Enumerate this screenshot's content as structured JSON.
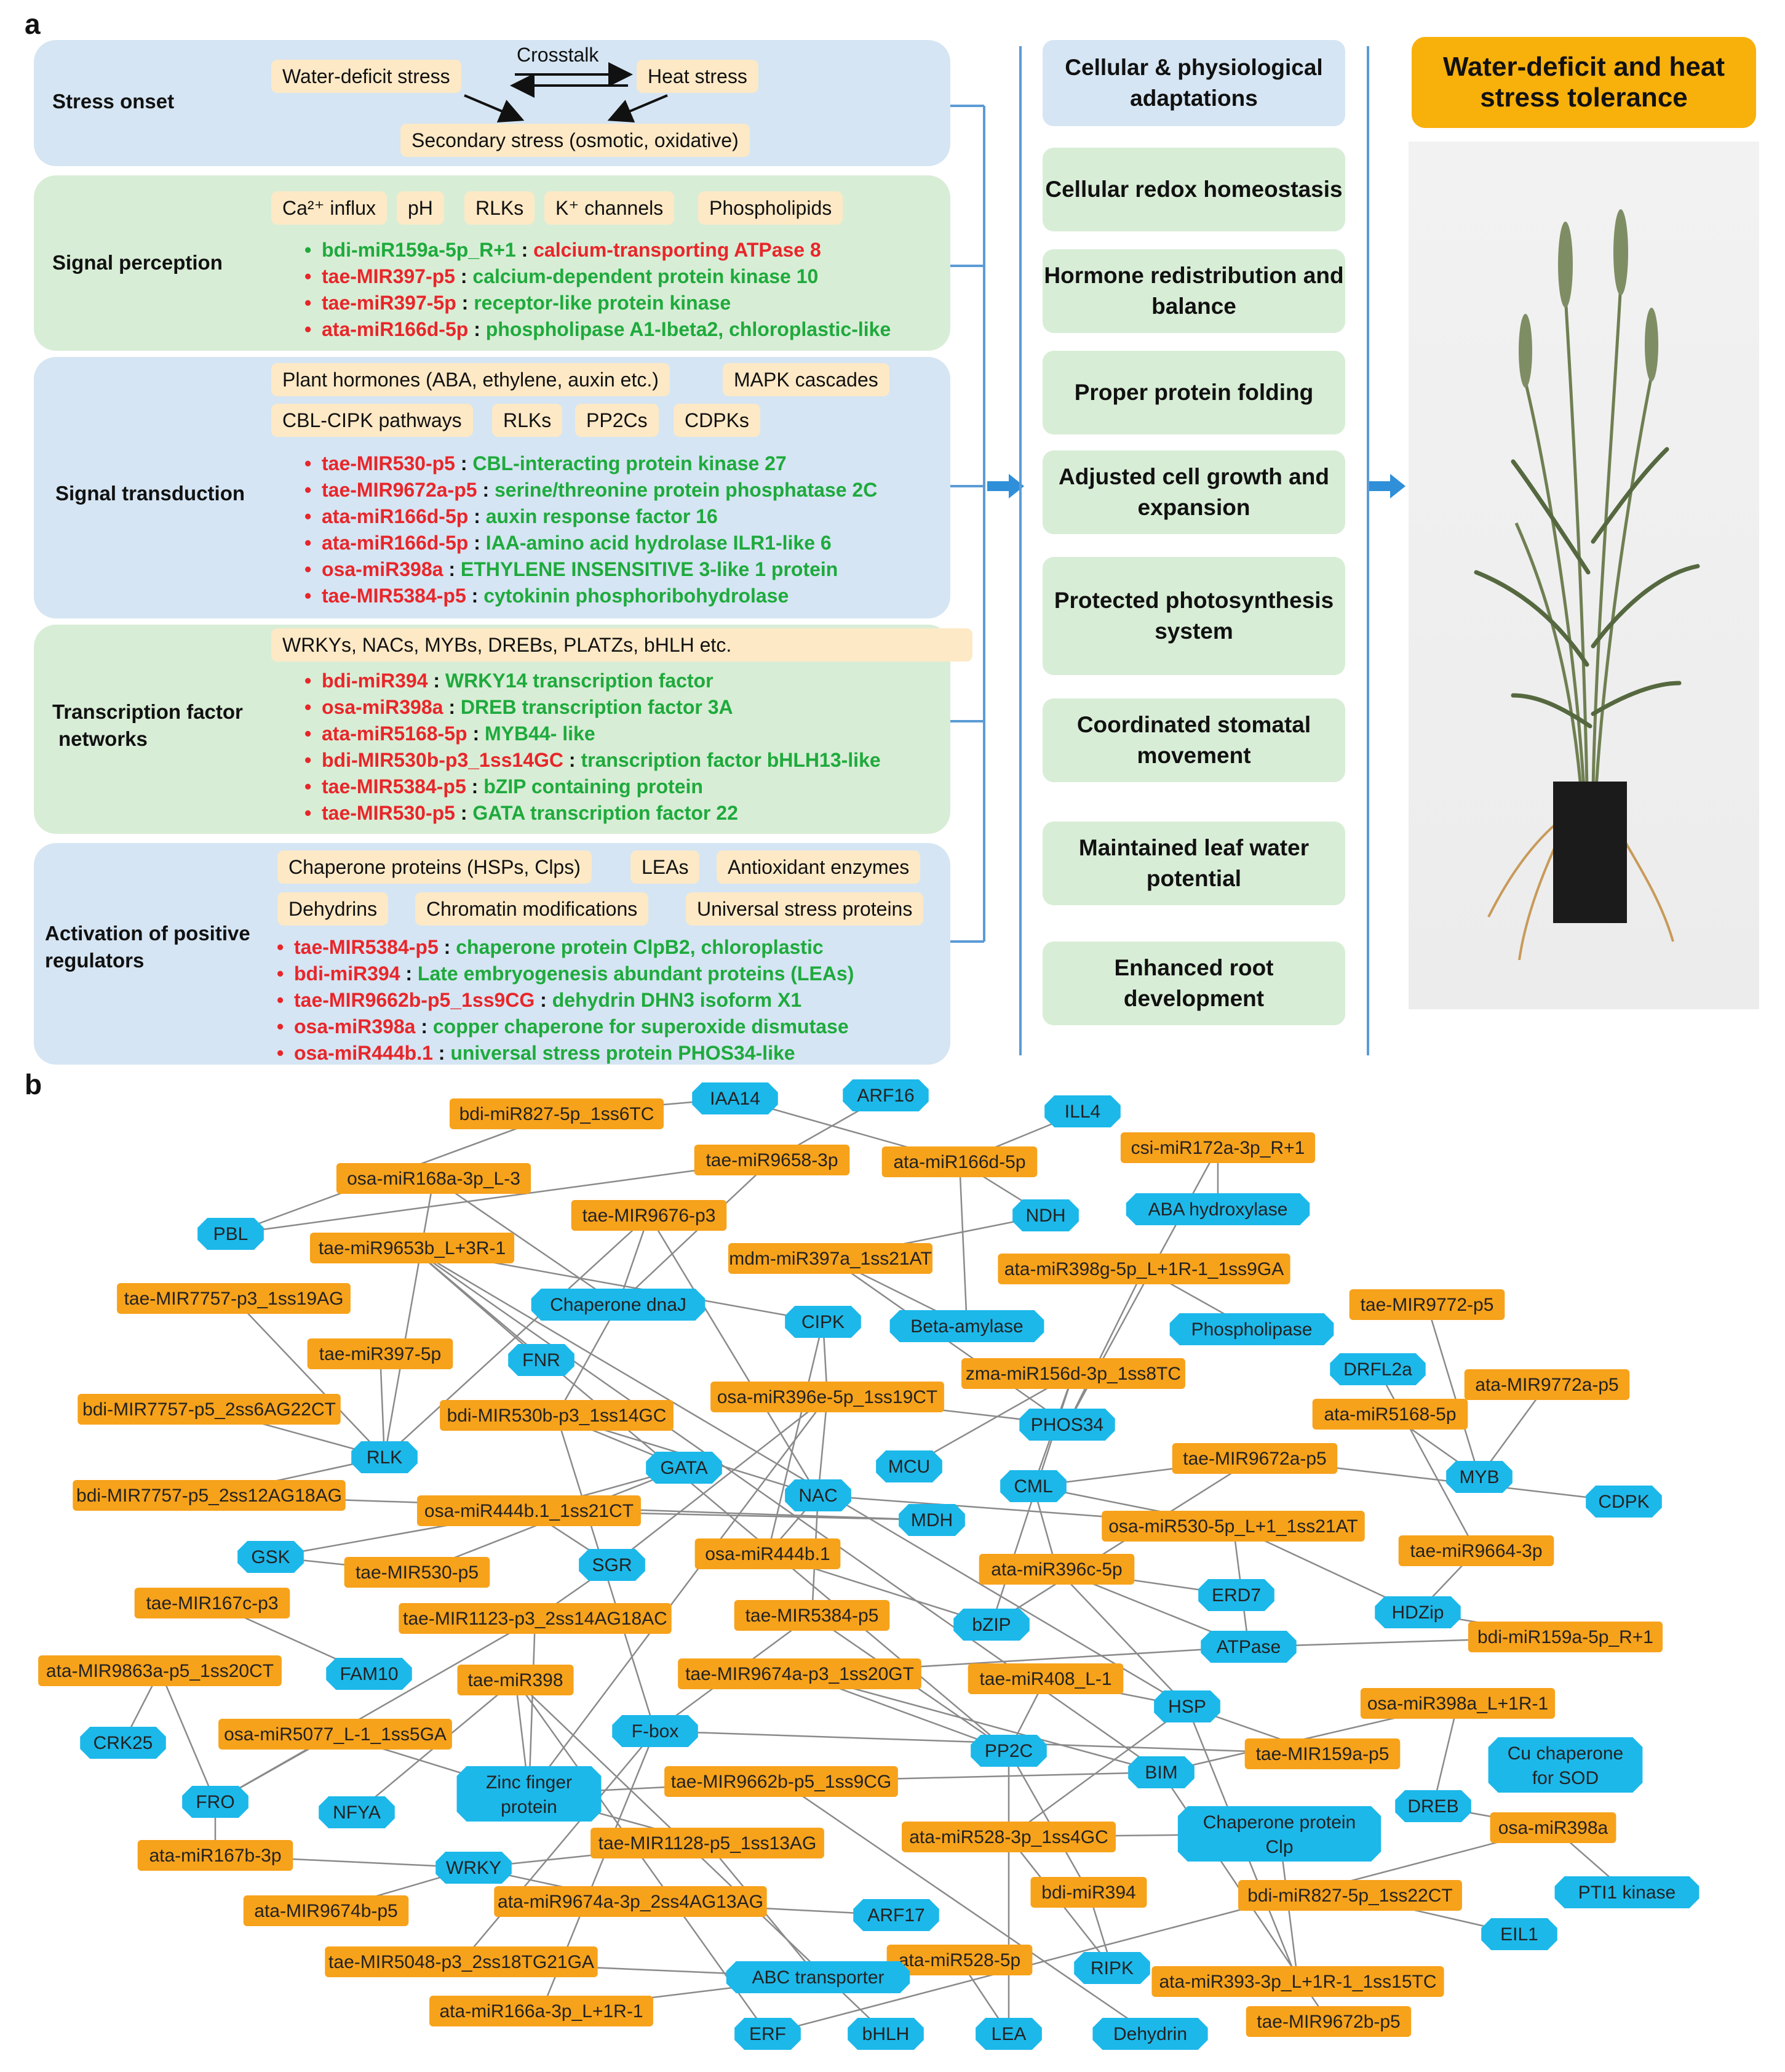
{
  "panel_a_label": "a",
  "panel_b_label": "b",
  "sections": {
    "stress_onset": {
      "title": "Stress onset",
      "chips": [
        "Water-deficit stress",
        "Heat stress",
        "Secondary stress (osmotic, oxidative)"
      ],
      "crosstalk": "Crosstalk"
    },
    "signal_perception": {
      "title": "Signal perception",
      "chips": [
        "Ca²⁺ influx",
        "pH",
        "RLKs",
        "K⁺ channels",
        "Phospholipids"
      ],
      "items": [
        {
          "mirna": "bdi-miR159a-5p_R+1",
          "target": "calcium-transporting ATPase 8",
          "mirna_color": "green",
          "target_color": "red"
        },
        {
          "mirna": "tae-MIR397-p5",
          "target": "calcium-dependent protein kinase 10",
          "mirna_color": "red",
          "target_color": "green"
        },
        {
          "mirna": "tae-miR397-5p",
          "target": "receptor-like protein kinase",
          "mirna_color": "red",
          "target_color": "green"
        },
        {
          "mirna": "ata-miR166d-5p",
          "target": "phospholipase A1-Ibeta2, chloroplastic-like",
          "mirna_color": "red",
          "target_color": "green"
        }
      ]
    },
    "signal_transduction": {
      "title": "Signal transduction",
      "chips_row1": [
        "Plant hormones (ABA, ethylene, auxin etc.)",
        "MAPK cascades"
      ],
      "chips_row2": [
        "CBL-CIPK pathways",
        "RLKs",
        "PP2Cs",
        "CDPKs"
      ],
      "items": [
        {
          "mirna": "tae-MIR530-p5",
          "target": "CBL-interacting protein kinase 27"
        },
        {
          "mirna": "tae-MIR9672a-p5",
          "target": "serine/threonine protein phosphatase 2C"
        },
        {
          "mirna": "ata-miR166d-5p",
          "target": "auxin response factor 16"
        },
        {
          "mirna": "ata-miR166d-5p",
          "target": "IAA-amino acid hydrolase ILR1-like 6"
        },
        {
          "mirna": "osa-miR398a",
          "target": "ETHYLENE INSENSITIVE 3-like 1 protein"
        },
        {
          "mirna": "tae-MIR5384-p5",
          "target": "cytokinin phosphoribohydrolase"
        }
      ]
    },
    "transcription_factor": {
      "title_line1": "Transcription factor",
      "title_line2": "networks",
      "chips": [
        "WRKYs, NACs, MYBs, DREBs, PLATZs, bHLH etc."
      ],
      "items": [
        {
          "mirna": "bdi-miR394",
          "target": "WRKY14 transcription factor"
        },
        {
          "mirna": "osa-miR398a",
          "target": "DREB transcription factor 3A"
        },
        {
          "mirna": "ata-miR5168-5p",
          "target": "MYB44- like"
        },
        {
          "mirna": "bdi-MIR530b-p3_1ss14GC",
          "target": "transcription factor bHLH13-like"
        },
        {
          "mirna": "tae-MIR5384-p5",
          "target": "bZIP containing protein"
        },
        {
          "mirna": "tae-MIR530-p5",
          "target": "GATA transcription factor 22"
        }
      ]
    },
    "activation": {
      "title_line1": "Activation of positive",
      "title_line2": "regulators",
      "chips_row1": [
        "Chaperone proteins (HSPs, Clps)",
        "LEAs",
        "Antioxidant enzymes"
      ],
      "chips_row2": [
        "Dehydrins",
        "Chromatin modifications",
        "Universal stress proteins"
      ],
      "items": [
        {
          "mirna": "tae-MIR5384-p5",
          "target": "chaperone protein ClpB2, chloroplastic"
        },
        {
          "mirna": "bdi-miR394",
          "target": "Late embryogenesis abundant proteins (LEAs)"
        },
        {
          "mirna": "tae-MIR9662b-p5_1ss9CG",
          "target": "dehydrin DHN3 isoform X1"
        },
        {
          "mirna": "osa-miR398a",
          "target": "copper chaperone for superoxide dismutase"
        },
        {
          "mirna": "osa-miR444b.1",
          "target": "universal stress protein PHOS34-like"
        }
      ]
    }
  },
  "outcomes": [
    {
      "text": "Cellular & physiological adaptations",
      "style": "blue"
    },
    {
      "text": "Cellular redox homeostasis",
      "style": "green"
    },
    {
      "text": "Hormone redistribution and balance",
      "style": "green"
    },
    {
      "text": "Proper protein folding",
      "style": "green"
    },
    {
      "text": "Adjusted cell growth and expansion",
      "style": "green"
    },
    {
      "text": "Protected photosynthesis system",
      "style": "green"
    },
    {
      "text": "Coordinated stomatal movement",
      "style": "green"
    },
    {
      "text": "Maintained leaf water potential",
      "style": "green"
    },
    {
      "text": "Enhanced root development",
      "style": "green"
    }
  ],
  "tolerance_title": "Water-deficit and heat stress tolerance",
  "colors": {
    "mirna_node": "#f7a21b",
    "target_node": "#1cb8ea",
    "section_blue": "#d5e5f3",
    "section_green": "#d8edd6",
    "chip": "#fde9c6",
    "red_text": "#e8262a",
    "green_text": "#1eaa3c",
    "title_box": "#f8b00b",
    "arrow": "#5b9bd5"
  },
  "network": {
    "mirna_nodes": [
      "bdi-miR827-5p_1ss6TC",
      "tae-miR9658-3p",
      "ata-miR166d-5p",
      "csi-miR172a-3p_R+1",
      "osa-miR168a-3p_L-3",
      "tae-MIR9676-p3",
      "tae-miR9653b_L+3R-1",
      "mdm-miR397a_1ss21AT",
      "ata-miR398g-5p_L+1R-1_1ss9GA",
      "tae-MIR7757-p3_1ss19AG",
      "tae-MIR9772-p5",
      "tae-miR397-5p",
      "zma-miR156d-3p_1ss8TC",
      "bdi-MIR7757-p5_2ss6AG22CT",
      "bdi-MIR530b-p3_1ss14GC",
      "osa-miR396e-5p_1ss19CT",
      "ata-miR5168-5p",
      "ata-MIR9772a-p5",
      "tae-MIR9672a-p5",
      "bdi-MIR7757-p5_2ss12AG18AG",
      "osa-miR444b.1_1ss21CT",
      "osa-miR530-5p_L+1_1ss21AT",
      "osa-miR444b.1",
      "tae-miR9664-3p",
      "tae-MIR530-p5",
      "ata-miR396c-5p",
      "tae-MIR167c-p3",
      "tae-MIR1123-p3_2ss14AG18AC",
      "tae-MIR5384-p5",
      "bdi-miR159a-5p_R+1",
      "ata-MIR9863a-p5_1ss20CT",
      "tae-miR398",
      "tae-MIR9674a-p3_1ss20GT",
      "tae-miR408_L-1",
      "osa-miR398a_L+1R-1",
      "osa-miR5077_L-1_1ss5GA",
      "tae-MIR159a-p5",
      "tae-MIR9662b-p5_1ss9CG",
      "ata-miR167b-3p",
      "tae-MIR1128-p5_1ss13AG",
      "ata-miR528-3p_1ss4GC",
      "osa-miR398a",
      "ata-MIR9674b-p5",
      "ata-miR9674a-3p_2ss4AG13AG",
      "bdi-miR394",
      "bdi-miR827-5p_1ss22CT",
      "tae-MIR5048-p3_2ss18TG21GA",
      "ata-miR528-5p",
      "ata-miR393-3p_L+1R-1_1ss15TC",
      "ata-miR166a-3p_L+1R-1",
      "tae-MIR9672b-p5"
    ],
    "target_nodes": [
      "IAA14",
      "ARF16",
      "ILL4",
      "NDH",
      "ABA hydroxylase",
      "PBL",
      "Chaperone dnaJ",
      "CIPK",
      "Beta-amylase",
      "Phospholipase",
      "FNR",
      "DRFL2a",
      "PHOS34",
      "RLK",
      "GATA",
      "MCU",
      "NAC",
      "CML",
      "MYB",
      "MDH",
      "CDPK",
      "GSK",
      "SGR",
      "ERD7",
      "HDZip",
      "bZIP",
      "ATPase",
      "FAM10",
      "HSP",
      "CRK25",
      "F-box",
      "PP2C",
      "Cu chaperone for SOD",
      "BIM",
      "FRO",
      "NFYA",
      "Zinc finger protein",
      "DREB",
      "Chaperone protein Clp",
      "WRKY",
      "PTI1 kinase",
      "ARF17",
      "EIL1",
      "ABC transporter",
      "RIPK",
      "ERF",
      "bHLH",
      "LEA",
      "Dehydrin"
    ]
  }
}
